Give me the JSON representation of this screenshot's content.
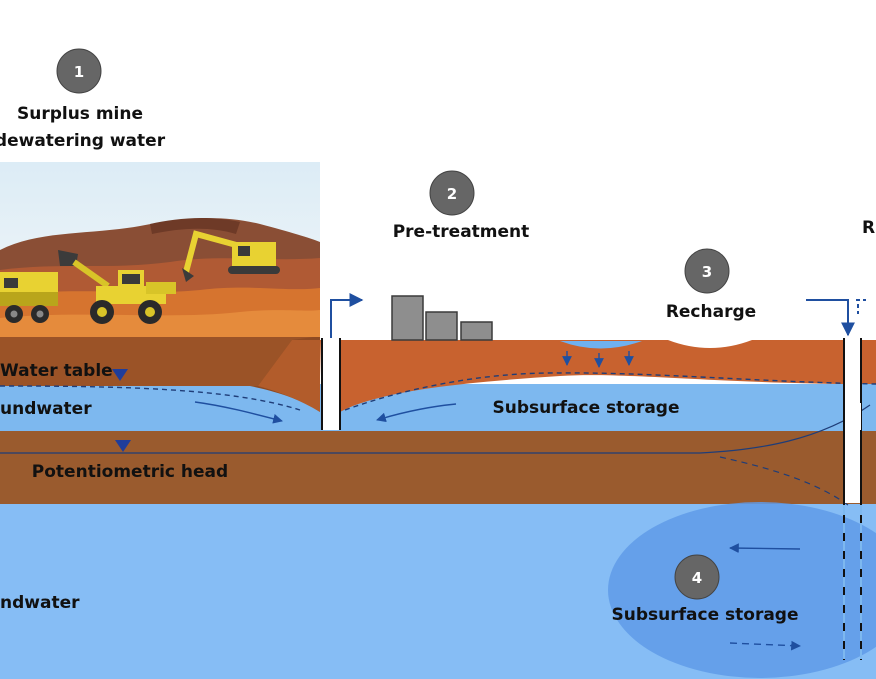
{
  "steps": [
    {
      "number": "1",
      "title_line1": "Surplus mine",
      "title_line2": "dewatering water"
    },
    {
      "number": "2",
      "title": "Pre-treatment"
    },
    {
      "number": "3",
      "title": "Recharge"
    },
    {
      "number": "4",
      "title": "Subsurface storage"
    }
  ],
  "edge_label": "R",
  "layers": {
    "water_table": "Water table",
    "upper_groundwater": "undwater",
    "subsurface_storage_upper": "Subsurface storage",
    "potentiometric_head": "Potentiometric head",
    "lower_groundwater": "ndwater"
  },
  "colors": {
    "topsoil": "#c8622f",
    "aquitard": "#9a5b2e",
    "shallow_aquifer": "#7db8ef",
    "deep_aquifer": "#86bdf5",
    "storage_plume": "#5f9be8",
    "flow_arrow": "#1f4fa0",
    "badge": "#666666",
    "buildings": "#8e8e8e"
  },
  "icons": [
    "mine-scene-illustration",
    "haul-truck-icon",
    "wheel-loader-icon",
    "excavator-icon",
    "treatment-building-icon",
    "water-table-marker-icon",
    "flow-arrow-icon"
  ]
}
